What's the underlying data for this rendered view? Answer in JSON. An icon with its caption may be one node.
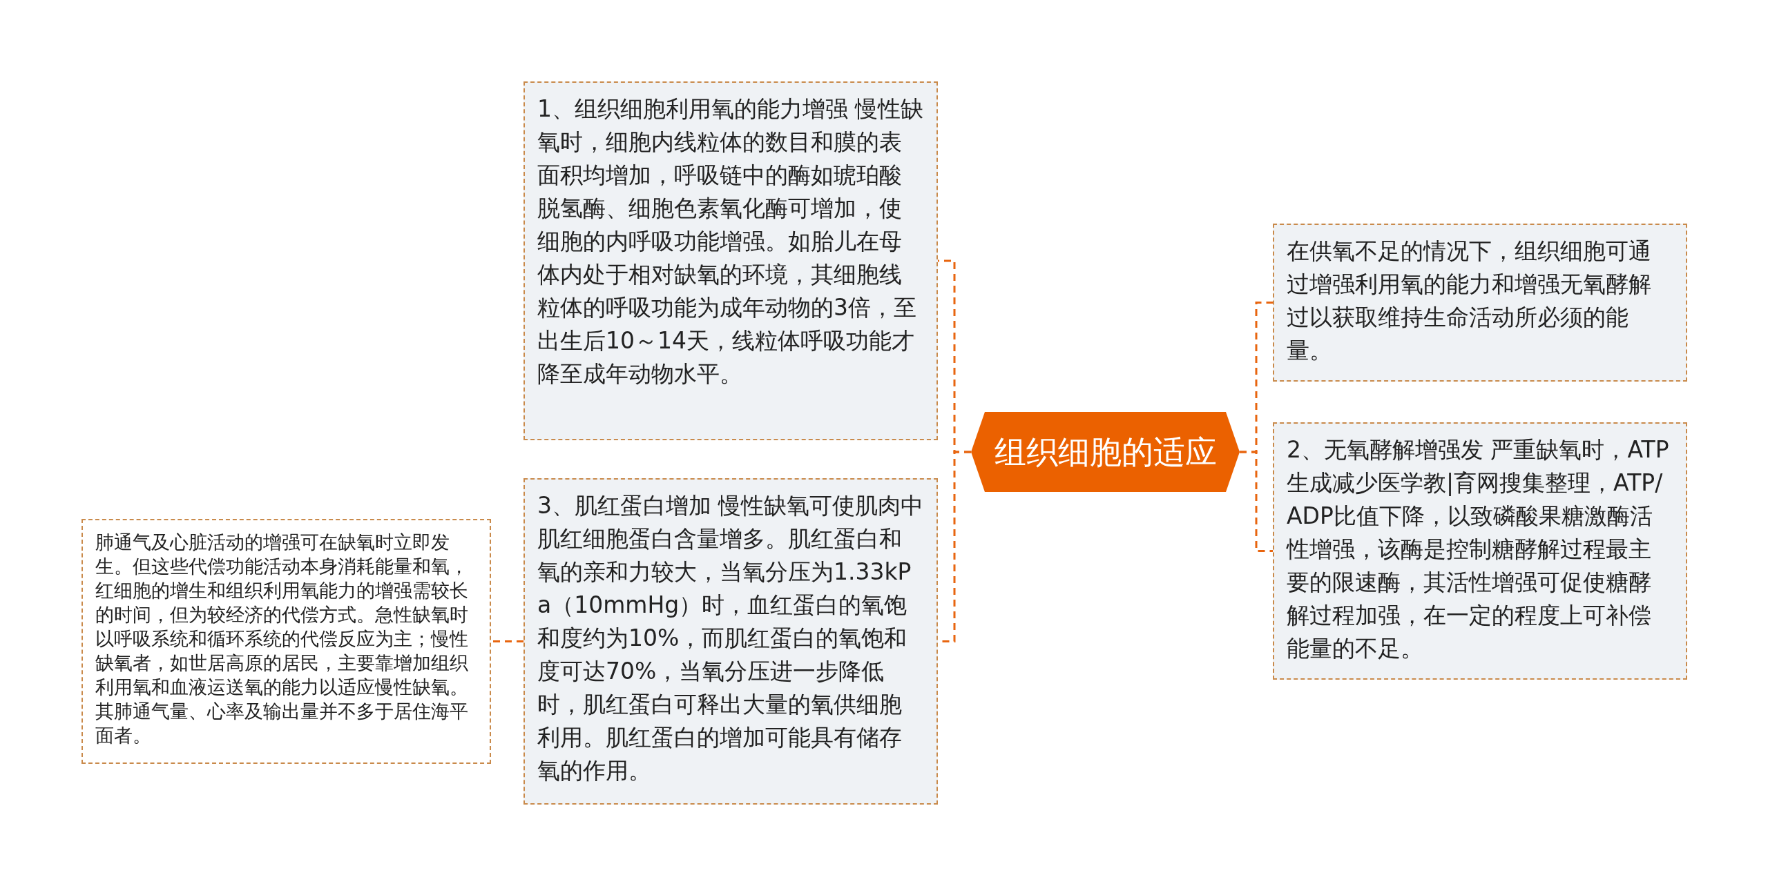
{
  "diagram": {
    "nodes": [
      {
        "text": [
          "组织细胞的适应"
        ]
      },
      {
        "text": [
          "1、组织细胞利用氧的能力增强 慢性缺氧时，细胞内线粒体的数目和膜的表面积均增加，呼吸链中的酶如琥珀酸脱氢酶、细胞色素氧化酶可增加，使细胞的内呼吸功能增强。如胎儿在母体内处于相对缺氧的环境，其细胞线粒体的呼吸功能为成年动物的3倍，至出生后10～14天，线粒体呼吸功能才降至成年动物水平。"
        ]
      },
      {
        "text": [
          "3、肌红蛋白增加 慢性缺氧可使肌肉中肌红细胞蛋白含量增多。肌红蛋白和氧的亲和力较大，当氧分压为1.33kPa（10mmHg）时，血红蛋白的氧饱和度约为10%，而肌红蛋白的氧饱和度可达70%，当氧分压进一步降低时，肌红蛋白可释出大量的氧供细胞利用。肌红蛋白的增加可能具有储存氧的作用。"
        ]
      },
      {
        "text": [
          "肺通气及心脏活动的增强可在缺氧时立即发生。但这些代偿功能活动本身消耗能量和氧，红细胞的增生和组织利用氧能力的增强需较长的时间，但为较经济的代偿方式。急性缺氧时以呼吸系统和循环系统的代偿反应为主；慢性缺氧者，如世居高原的居民，主要靠增加组织利用氧和血液运送氧的能力以适应慢性缺氧。其肺通气量、心率及输出量并不多于居住海平面者。"
        ]
      },
      {
        "text": [
          "在供氧不足的情况下，组织细胞可通过增强利用氧的能力和增强无氧酵解过以获取维持生命活动所必须的能量。"
        ]
      },
      {
        "text": [
          "2、无氧酵解增强发 严重缺氧时，ATP生成减少医学教|育网搜集整理，ATP/ADP比值下降，以致磷酸果糖激酶活性增强，该酶是控制糖酵解过程最主要的限速酶，其活性增强可促使糖酵解过程加强，在一定的程度上可补偿能量的不足。"
        ]
      }
    ],
    "edges": [
      {
        "from": 0,
        "to": 1,
        "arrow": "none",
        "style": "dashed"
      },
      {
        "from": 0,
        "to": 2,
        "arrow": "none",
        "style": "dashed"
      },
      {
        "from": 2,
        "to": 3,
        "arrow": "none",
        "style": "dashed"
      },
      {
        "from": 0,
        "to": 4,
        "arrow": "none",
        "style": "dashed"
      },
      {
        "from": 0,
        "to": 5,
        "arrow": "none",
        "style": "dashed"
      }
    ]
  }
}
